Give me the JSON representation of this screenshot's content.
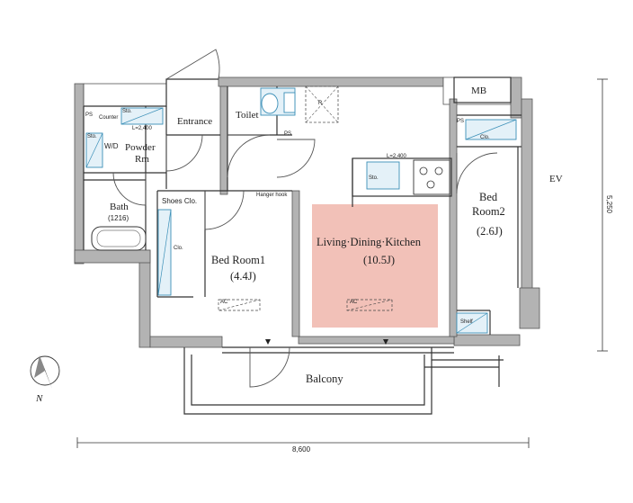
{
  "rooms": {
    "entrance": "Entrance",
    "toilet": "Toilet",
    "powder_rm_line1": "Powder",
    "powder_rm_line2": "Rm",
    "wd": "W/D",
    "bath_line1": "Bath",
    "bath_line2": "(1216)",
    "shoes_clo": "Shoes Clo.",
    "bedroom1_line1": "Bed Room1",
    "bedroom1_line2": "(4.4J)",
    "ldk_line1": "Living·Dining·Kitchen",
    "ldk_line2": "(10.5J)",
    "bedroom2_line1": "Bed",
    "bedroom2_line2": "Room2",
    "bedroom2_line3": "(2.6J)",
    "balcony": "Balcony",
    "mb": "MB",
    "ev": "EV"
  },
  "small_labels": {
    "ps_left": "PS",
    "ps_toilet": "PS",
    "ps_right": "PS",
    "counter": "Counter",
    "sto_top": "Sto.",
    "sto_wd": "Sto.",
    "sto_kitchen": "Sto.",
    "clo_bed1": "Clo.",
    "clo_bed2": "Clo.",
    "shelf": "Shelf",
    "hanger_hook": "Hanger hook",
    "ac_bed1": "AC",
    "ac_ldk": "AC",
    "r_mark": "R",
    "kitchen_dim": "L=2,400",
    "counter_dim": "L=2,400"
  },
  "dimensions": {
    "width": "8,600",
    "height": "5,250"
  },
  "compass": {
    "north": "N"
  },
  "colors": {
    "ldk_highlight": "#f2c1b8",
    "wall_gray": "#b3b3b3",
    "fixture_blue": "#3a8fb7",
    "line": "#333333"
  }
}
